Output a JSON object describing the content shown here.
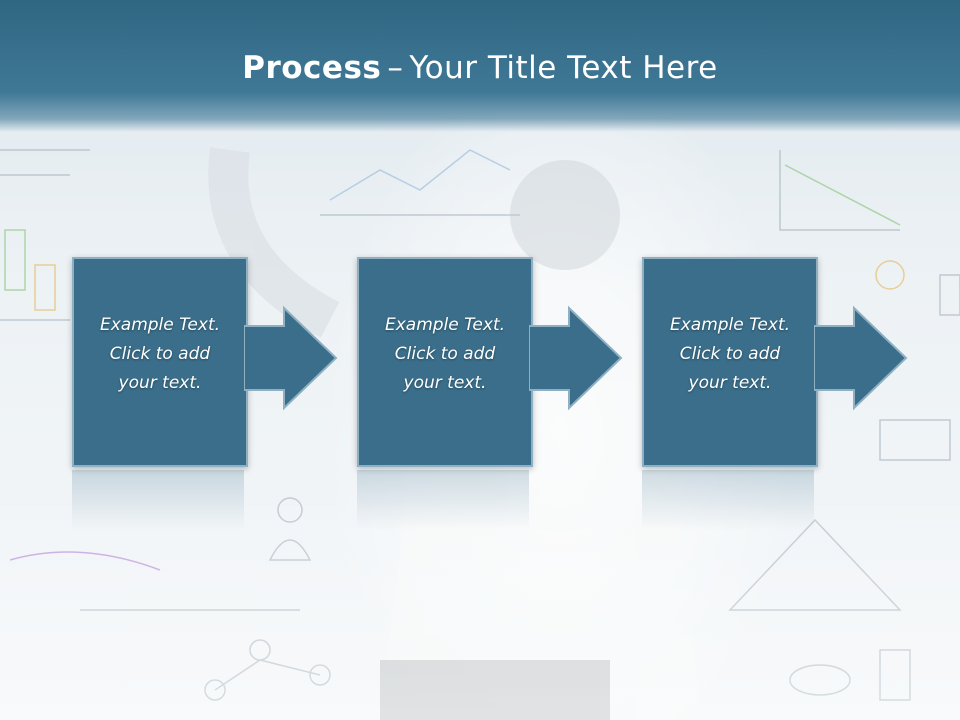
{
  "slide": {
    "title_bold": "Process",
    "title_dash": "–",
    "title_rest": "Your Title Text Here"
  },
  "steps": [
    {
      "line1": "Example Text.",
      "line2": "Click  to add",
      "line3": "your text."
    },
    {
      "line1": "Example Text.",
      "line2": "Click  to add",
      "line3": "your text."
    },
    {
      "line1": "Example Text.",
      "line2": "Click  to add",
      "line3": "your text."
    }
  ],
  "colors": {
    "header": "#3a7392",
    "box": "#3a6e8a",
    "box_border": "#8fb0c2"
  }
}
